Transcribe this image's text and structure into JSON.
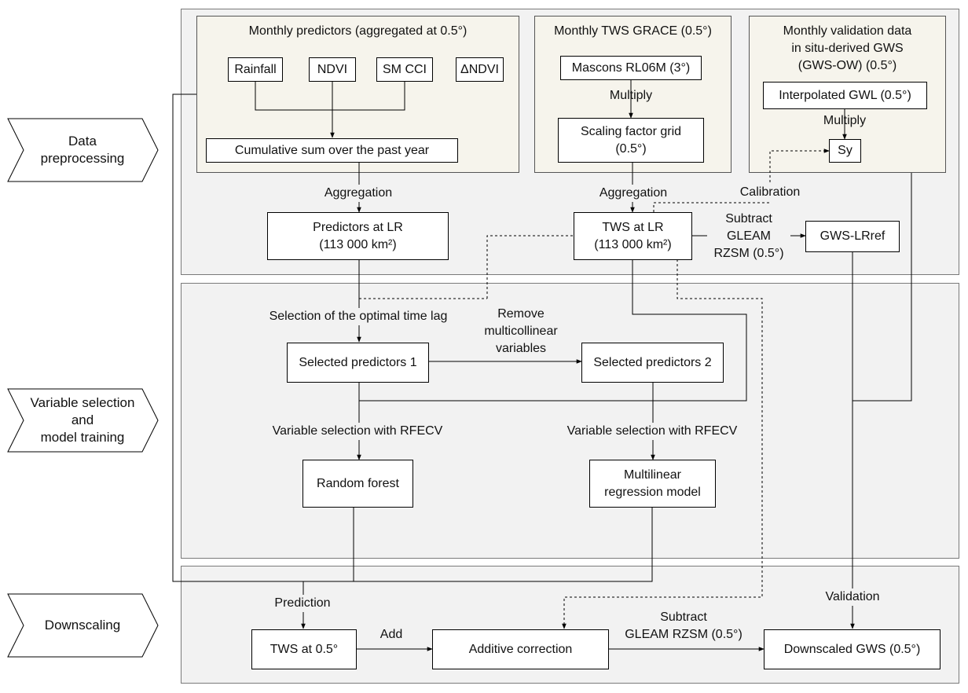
{
  "stages": {
    "preprocessing": "Data\npreprocessing",
    "training": "Variable selection\nand\nmodel training",
    "downscaling": "Downscaling"
  },
  "groups": {
    "predictors_title": "Monthly predictors (aggregated at 0.5°)",
    "grace_title": "Monthly TWS GRACE (0.5°)",
    "validation_title": "Monthly validation data\nin situ-derived GWS\n(GWS-OW) (0.5°)"
  },
  "boxes": {
    "rainfall": "Rainfall",
    "ndvi": "NDVI",
    "sm_cci": "SM CCI",
    "delta_ndvi": "ΔNDVI",
    "cumsum": "Cumulative sum over the past year",
    "mascons": "Mascons RL06M (3°)",
    "scaling": "Scaling factor grid\n(0.5°)",
    "interp_gwl": "Interpolated GWL (0.5°)",
    "sy": "Sy",
    "predictors_lr": "Predictors at LR\n(113 000 km²)",
    "tws_lr": "TWS at LR\n(113 000 km²)",
    "gws_lrref": "GWS-LRref",
    "selected1": "Selected predictors 1",
    "selected2": "Selected predictors 2",
    "random_forest": "Random forest",
    "mlr": "Multilinear\nregression model",
    "tws_05": "TWS at 0.5°",
    "additive": "Additive correction",
    "downscaled": "Downscaled GWS (0.5°)"
  },
  "labels": {
    "multiply1": "Multiply",
    "multiply2": "Multiply",
    "aggregation1": "Aggregation",
    "aggregation2": "Aggregation",
    "calibration": "Calibration",
    "subtract1": "Subtract\nGLEAM\nRZSM (0.5°)",
    "optimal_lag": "Selection of the optimal time lag",
    "remove_multi": "Remove\nmulticollinear\nvariables",
    "rfecv1": "Variable selection with RFECV",
    "rfecv2": "Variable selection with RFECV",
    "prediction": "Prediction",
    "add": "Add",
    "subtract2": "Subtract\nGLEAM RZSM (0.5°)",
    "validation": "Validation"
  }
}
